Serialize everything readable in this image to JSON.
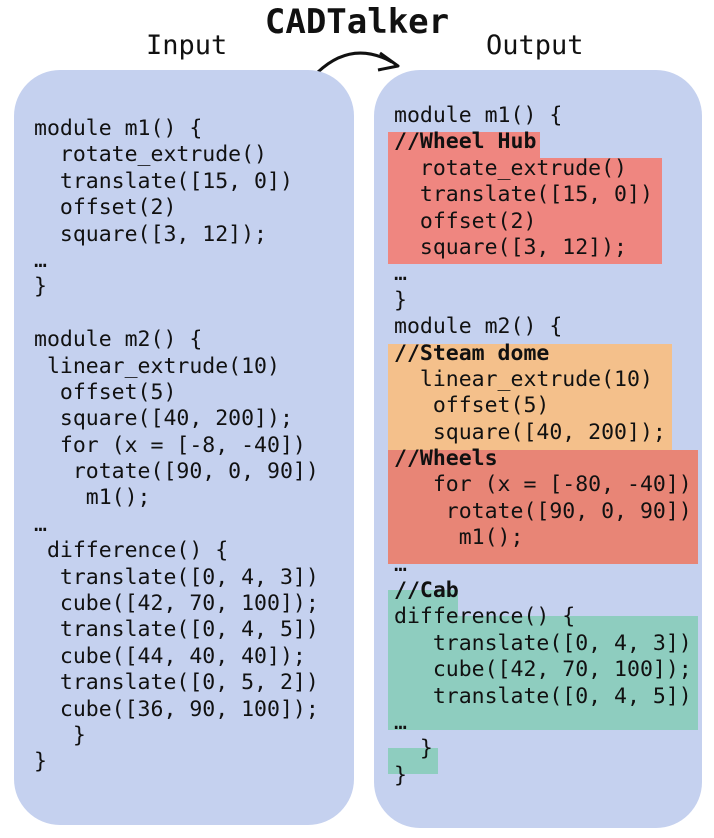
{
  "title": "CADTalker",
  "labels": {
    "input": "Input",
    "output": "Output"
  },
  "colors": {
    "panel": "#c5d1ef",
    "wheel_hub": "#ef8680",
    "steam_dome": "#f4c08b",
    "wheels": "#e88576",
    "cab": "#8ecdbf"
  },
  "input_code": [
    "module m1() {",
    "  rotate_extrude()",
    "  translate([15, 0])",
    "  offset(2)",
    "  square([3, 12]);",
    "…",
    "}",
    "",
    "module m2() {",
    " linear_extrude(10)",
    "  offset(5)",
    "  square([40, 200]);",
    "  for (x = [-8, -40])",
    "   rotate([90, 0, 90])",
    "    m1();",
    "…",
    " difference() {",
    "  translate([0, 4, 3])",
    "  cube([42, 70, 100]);",
    "  translate([0, 4, 5])",
    "  cube([44, 40, 40]);",
    "  translate([0, 5, 2])",
    "  cube([36, 90, 100]);",
    "   }",
    "}"
  ],
  "output_code": [
    "module m1() {",
    "//Wheel Hub",
    "  rotate_extrude()",
    "  translate([15, 0])",
    "  offset(2)",
    "  square([3, 12]);",
    "…",
    "}",
    "module m2() {",
    "//Steam dome",
    "  linear_extrude(10)",
    "   offset(5)",
    "   square([40, 200]);",
    "//Wheels",
    "   for (x = [-80, -40])",
    "    rotate([90, 0, 90])",
    "     m1();",
    "…",
    "//Cab",
    "difference() {",
    "   translate([0, 4, 3])",
    "   cube([42, 70, 100]);",
    "   translate([0, 4, 5])",
    "…",
    "  }",
    "}"
  ]
}
